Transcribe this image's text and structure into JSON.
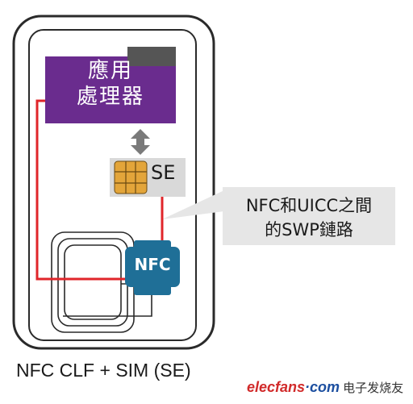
{
  "diagram": {
    "processor_label": "應用\n處理器",
    "se_label": "SE",
    "nfc_label": "NFC",
    "callout": "NFC和UICC之間\n的SWP鏈路",
    "caption": "NFC CLF + SIM (SE)"
  },
  "watermark": {
    "brand": "elecfans",
    "dot": "·",
    "com": "com",
    "chinese": "电子发烧友"
  },
  "colors": {
    "processor": "#6a2c8e",
    "nfc_chip": "#1f6f97",
    "swp_line": "#e0252a",
    "callout_box": "#e6e6e6",
    "camera": "#555555"
  }
}
